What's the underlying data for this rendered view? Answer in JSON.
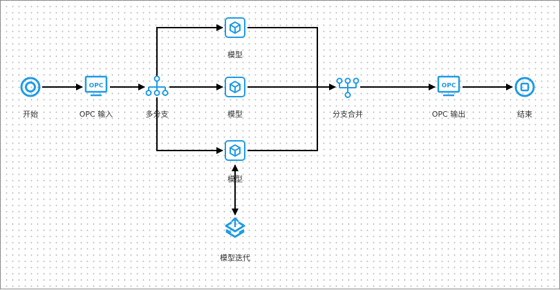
{
  "diagram": {
    "title": "",
    "accent_color": "#1e9be6",
    "edge_color": "#000000",
    "nodes": [
      {
        "id": "start",
        "label": "开始",
        "icon": "start-circle-icon"
      },
      {
        "id": "opc_in",
        "label": "OPC 输入",
        "icon": "opc-monitor-icon"
      },
      {
        "id": "branch",
        "label": "多分支",
        "icon": "branch-split-icon"
      },
      {
        "id": "model_top",
        "label": "模型",
        "icon": "cube-model-icon"
      },
      {
        "id": "model_mid",
        "label": "模型",
        "icon": "cube-model-icon"
      },
      {
        "id": "model_bot",
        "label": "模型",
        "icon": "cube-model-icon"
      },
      {
        "id": "merge",
        "label": "分支合并",
        "icon": "branch-merge-icon"
      },
      {
        "id": "opc_out",
        "label": "OPC 输出",
        "icon": "opc-monitor-icon"
      },
      {
        "id": "end",
        "label": "结束",
        "icon": "stop-circle-icon"
      },
      {
        "id": "iterate",
        "label": "模型迭代",
        "icon": "layers-upload-icon"
      }
    ],
    "edges": [
      {
        "from": "start",
        "to": "opc_in",
        "type": "arrow"
      },
      {
        "from": "opc_in",
        "to": "branch",
        "type": "arrow"
      },
      {
        "from": "branch",
        "to": "model_top",
        "type": "arrow"
      },
      {
        "from": "branch",
        "to": "model_mid",
        "type": "arrow"
      },
      {
        "from": "branch",
        "to": "model_bot",
        "type": "arrow"
      },
      {
        "from": "model_top",
        "to": "merge",
        "type": "line"
      },
      {
        "from": "model_mid",
        "to": "merge",
        "type": "arrow"
      },
      {
        "from": "model_bot",
        "to": "merge",
        "type": "line"
      },
      {
        "from": "merge",
        "to": "opc_out",
        "type": "arrow"
      },
      {
        "from": "opc_out",
        "to": "end",
        "type": "arrow"
      },
      {
        "from": "model_bot",
        "to": "iterate",
        "type": "bidirectional"
      }
    ],
    "opc_icon_text": "OPC"
  }
}
